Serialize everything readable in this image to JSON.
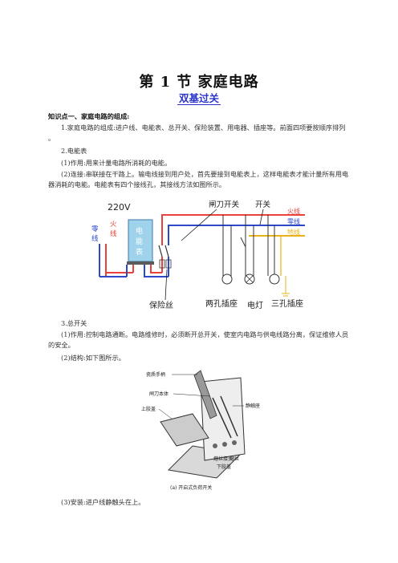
{
  "doc": {
    "title": "第 1 节   家庭电路",
    "subtitle": "双基过关",
    "section1_heading": "知识点一、家庭电路的组成:",
    "item1": "1.家庭电路的组成:进户线、电能表、总开关、保险装置、用电器、插座等。前面四项要按顺序排列 。",
    "item2_heading": "2.电能表",
    "item2_1": "(1)作用:用来计量电路所消耗的电能。",
    "item2_2": "(2)连接:串联接在干路上。输电线接到用户处，首先要接到电能表上，这样电能表才能计量所有用电器消耗的电能。电能表有四个接线孔，其接线方法如图所示。",
    "item3_heading": "3.总开关",
    "item3_1": "(1)作用:控制电路通断。电路维修时，必须断开总开关，使室内电路与供电线路分离，保证维修人员的安全。",
    "item3_2": "(2)结构:如下图所示。",
    "item3_3": "(3)安装:进户线静触头在上。"
  },
  "circuit": {
    "voltage": "220V",
    "neutral_label": "零线",
    "live_label": "火线",
    "meter_label": "电能表",
    "knife_switch": "闸刀开关",
    "switch": "开关",
    "out_live": "火线",
    "out_neutral": "零线",
    "out_ground": "地线",
    "fuse": "保险丝",
    "two_pin": "两孔插座",
    "lamp": "电灯",
    "three_pin": "三孔插座",
    "colors": {
      "live": "#e8423a",
      "neutral": "#2d49c8",
      "ground": "#e9b21a",
      "meter": "#9fd3ec"
    }
  },
  "switch_fig": {
    "handle": "瓷质手柄",
    "knife": "闸刀本体",
    "upper_cover": "上胶盖",
    "static_contact": "静触座",
    "fuse_terminal": "熔丝接头",
    "fuse_wire": "熔丝",
    "lower_cover": "下胶盖",
    "caption": "(a) 开启式负荷开关"
  }
}
